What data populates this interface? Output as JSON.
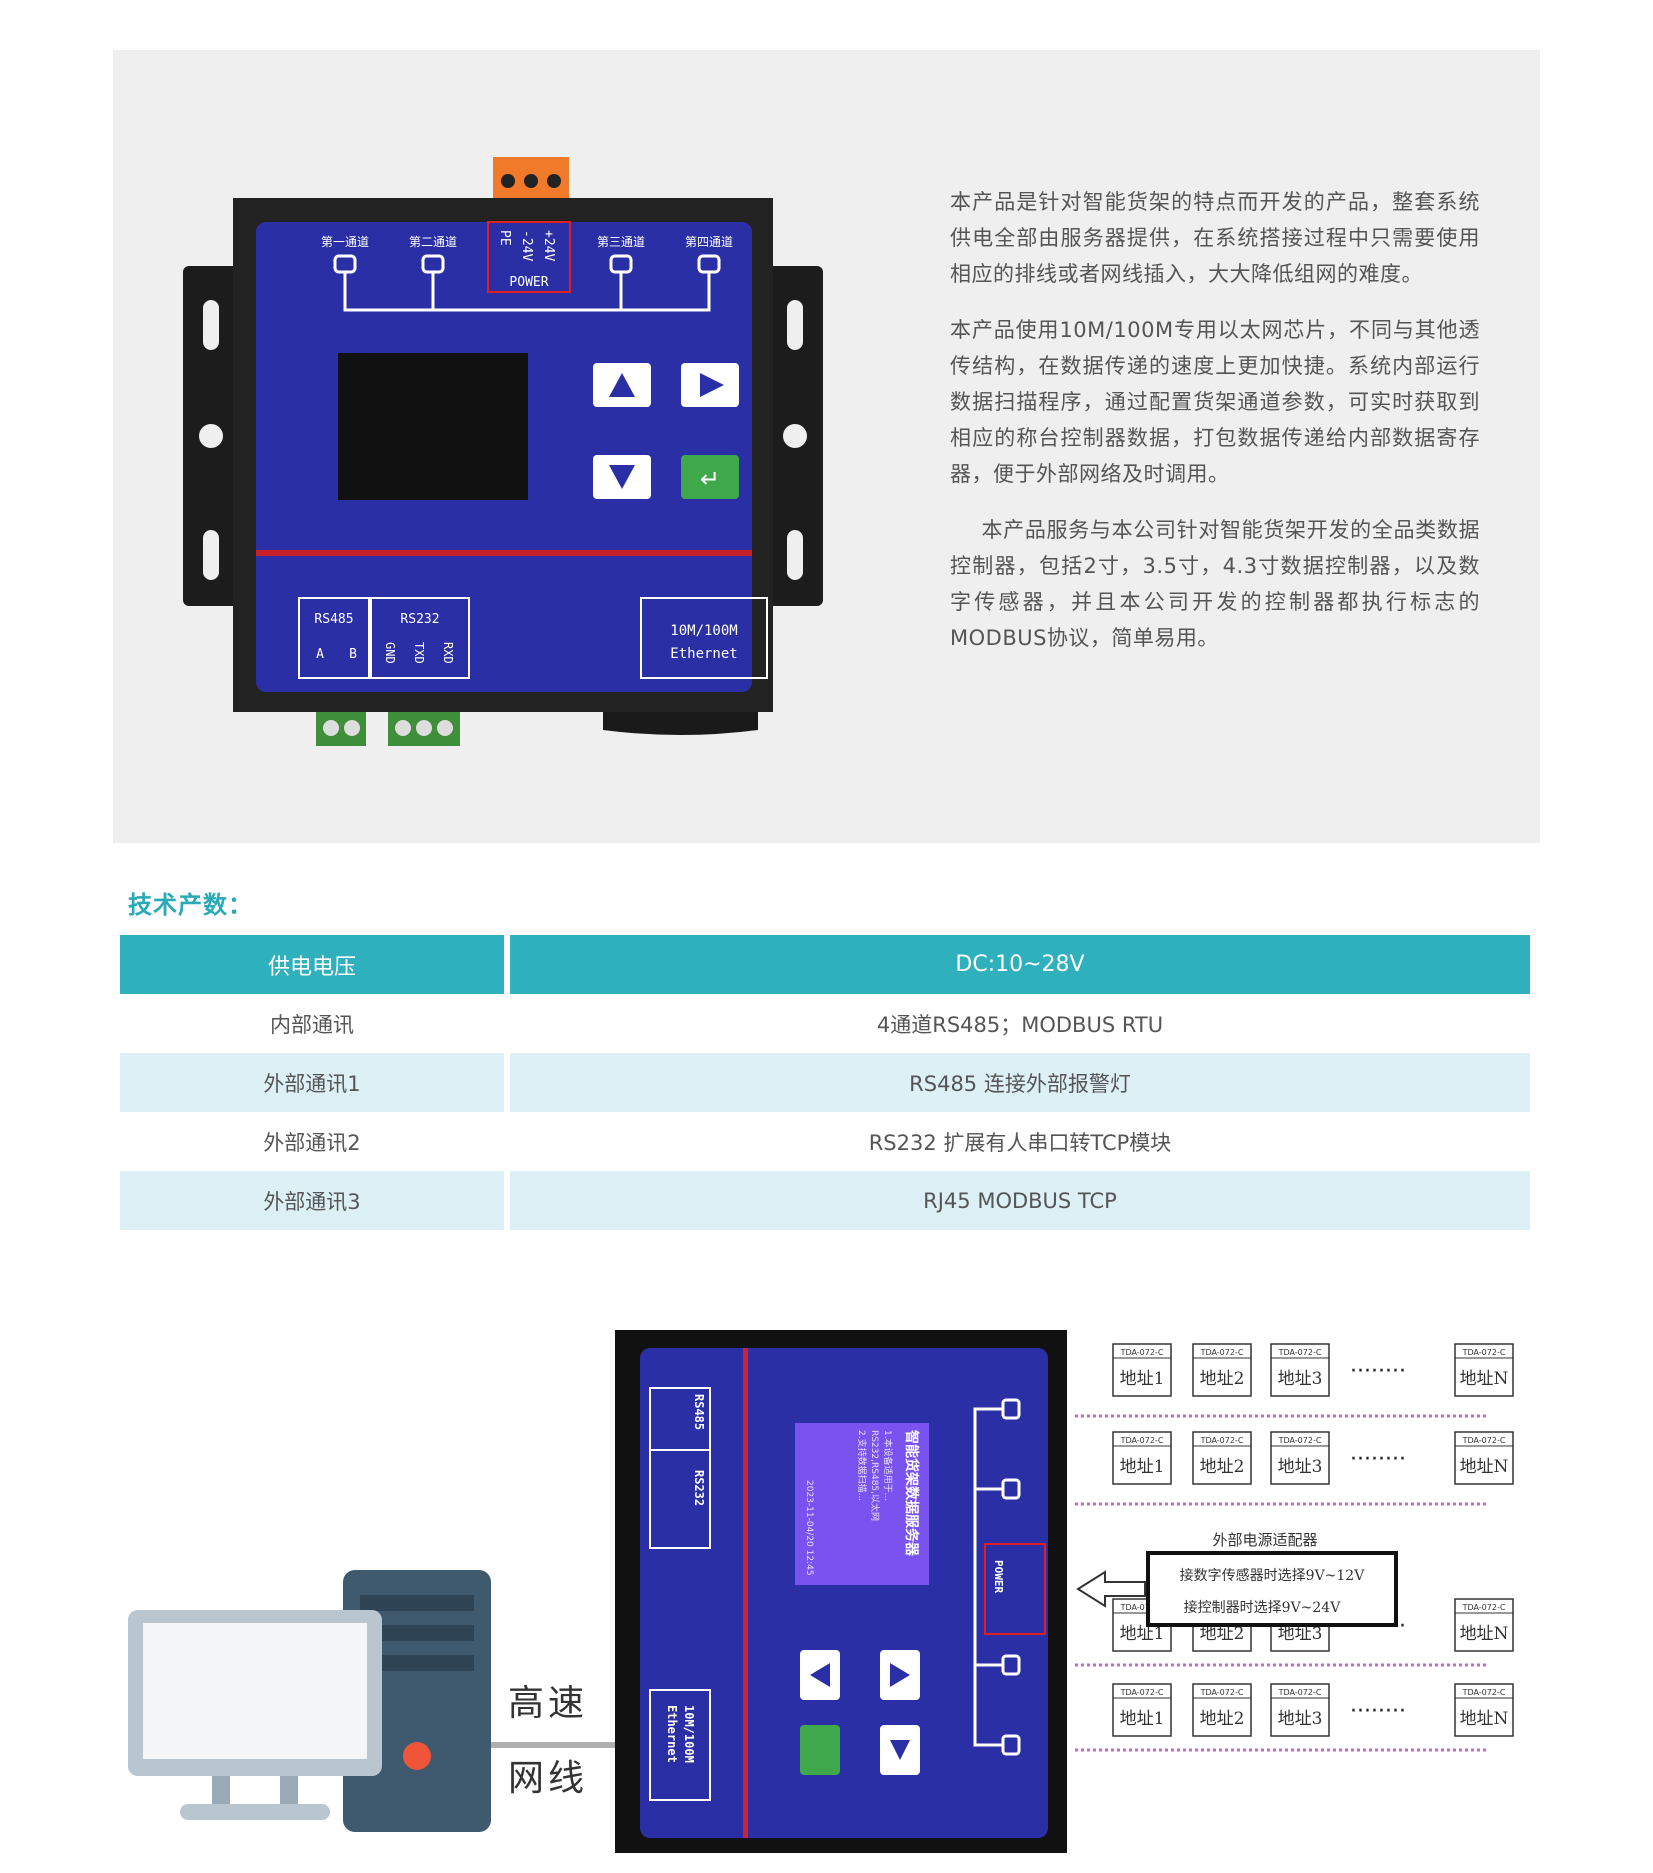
{
  "device": {
    "channel_labels": [
      "第一通道",
      "第二通道",
      "第三通道",
      "第四通道"
    ],
    "power_labels": [
      "PE",
      "-24V",
      "+24V",
      "POWER"
    ],
    "rs485": {
      "title": "RS485",
      "pins": [
        "A",
        "B"
      ]
    },
    "rs232": {
      "title": "RS232",
      "pins": [
        "GND",
        "TXD",
        "RXD"
      ]
    },
    "ethernet": [
      "10M/100M",
      "Ethernet"
    ],
    "enter_symbol": "↵"
  },
  "intro": {
    "paragraphs": [
      "本产品是针对智能货架的特点而开发的产品，整套系统供电全部由服务器提供，在系统搭接过程中只需要使用相应的排线或者网线插入，大大降低组网的难度。",
      "本产品使用10M/100M专用以太网芯片，不同与其他透传结构，在数据传递的速度上更加快捷。系统内部运行数据扫描程序，通过配置货架通道参数，可实时获取到相应的称台控制器数据，打包数据传递给内部数据寄存器，便于外部网络及时调用。",
      "本产品服务与本公司针对智能货架开发的全品类数据控制器，包括2寸，3.5寸，4.3寸数据控制器，以及数字传感器，并且本公司开发的控制器都执行标志的MODBUS协议，简单易用。"
    ]
  },
  "spec": {
    "title": "技术产数：",
    "header": {
      "name": "供电电压",
      "value": "DC:10~28V"
    },
    "rows": [
      {
        "name": "内部通讯",
        "value": "4通道RS485；MODBUS RTU"
      },
      {
        "name": "外部通讯1",
        "value": "RS485 连接外部报警灯"
      },
      {
        "name": "外部通讯2",
        "value": "RS232 扩展有人串口转TCP模块"
      },
      {
        "name": "外部通讯3",
        "value": "RJ45    MODBUS TCP"
      }
    ]
  },
  "diagram": {
    "net_label_1": "高速",
    "net_label_2": "网线",
    "screen_title": "智能货架数据服务器",
    "screen_lines": [
      "1.本设备适用于...",
      "RS232,RS485,以太网",
      "2.支持数据扫描..."
    ],
    "screen_date": "2023-11-04/20 12:45",
    "node_model": "TDA-072-C",
    "node_labels": [
      "地址1",
      "地址2",
      "地址3",
      "地址N"
    ],
    "dots": "········",
    "power_adapter_title": "外部电源适配器",
    "power_adapter_lines": [
      "接数字传感器时选择9V~12V",
      "接控制器时选择9V~24V"
    ]
  }
}
